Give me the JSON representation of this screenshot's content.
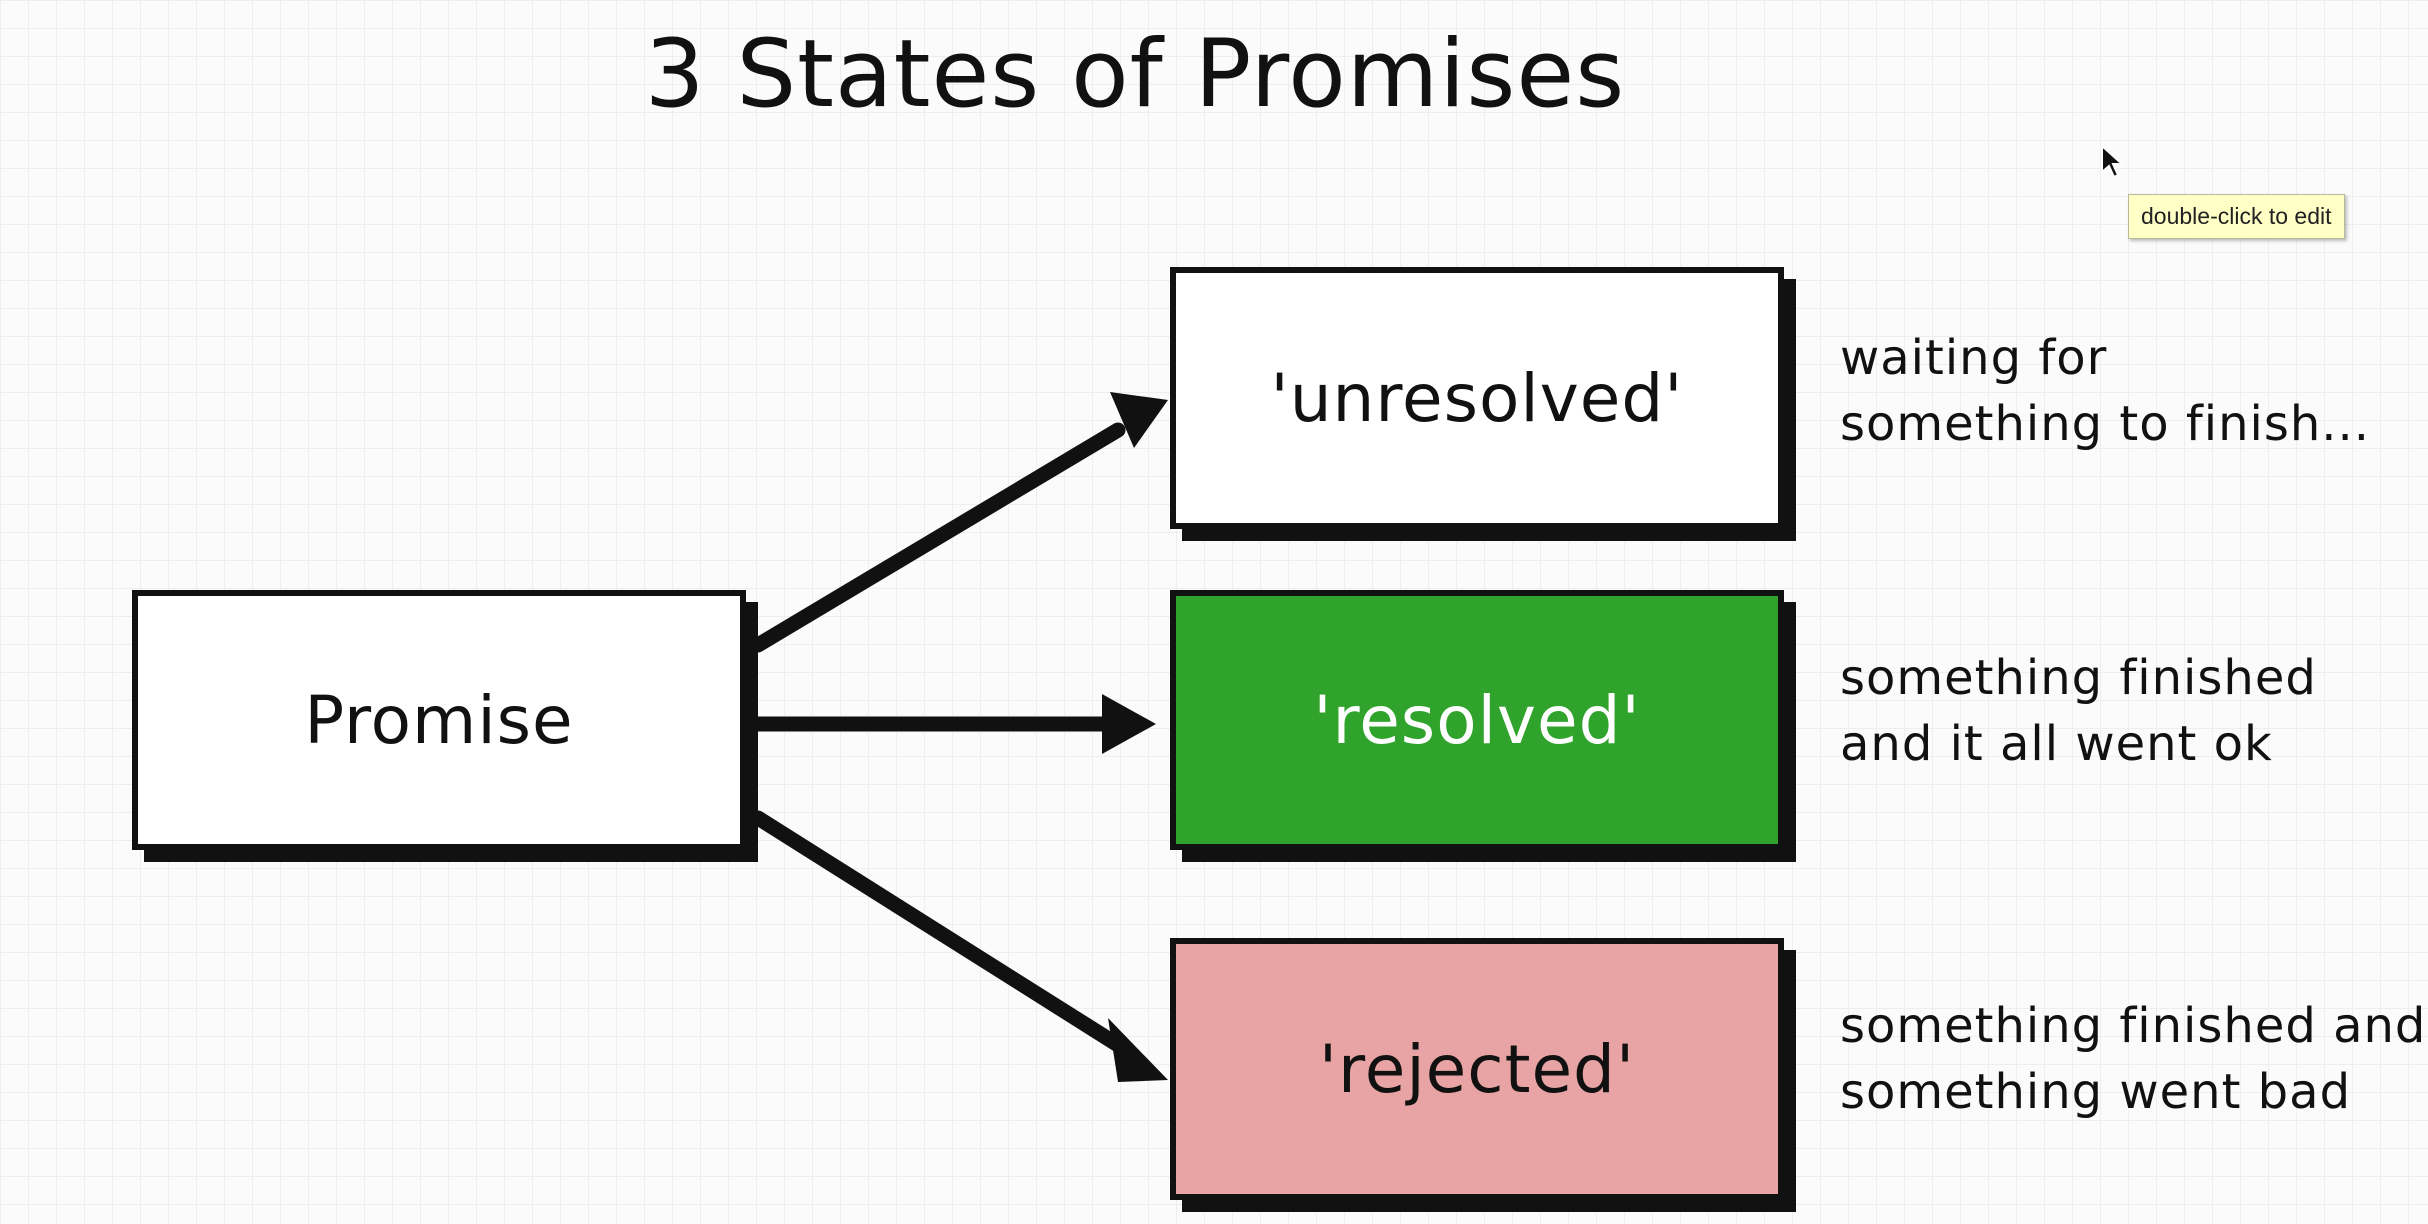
{
  "title": "3 States of Promises",
  "colors": {
    "resolved_fill": "#2fa32b",
    "rejected_fill": "#e8a4a4",
    "outline": "#111111"
  },
  "boxes": {
    "promise": "Promise",
    "unresolved": "'unresolved'",
    "resolved": "'resolved'",
    "rejected": "'rejected'"
  },
  "descriptions": {
    "unresolved": [
      "waiting for",
      "something to finish..."
    ],
    "resolved": [
      "something finished",
      "and it all went ok"
    ],
    "rejected": [
      "something finished and",
      "something went bad"
    ]
  },
  "tooltip": "double-click to edit",
  "cursor_icon": "arrow-cursor-icon"
}
